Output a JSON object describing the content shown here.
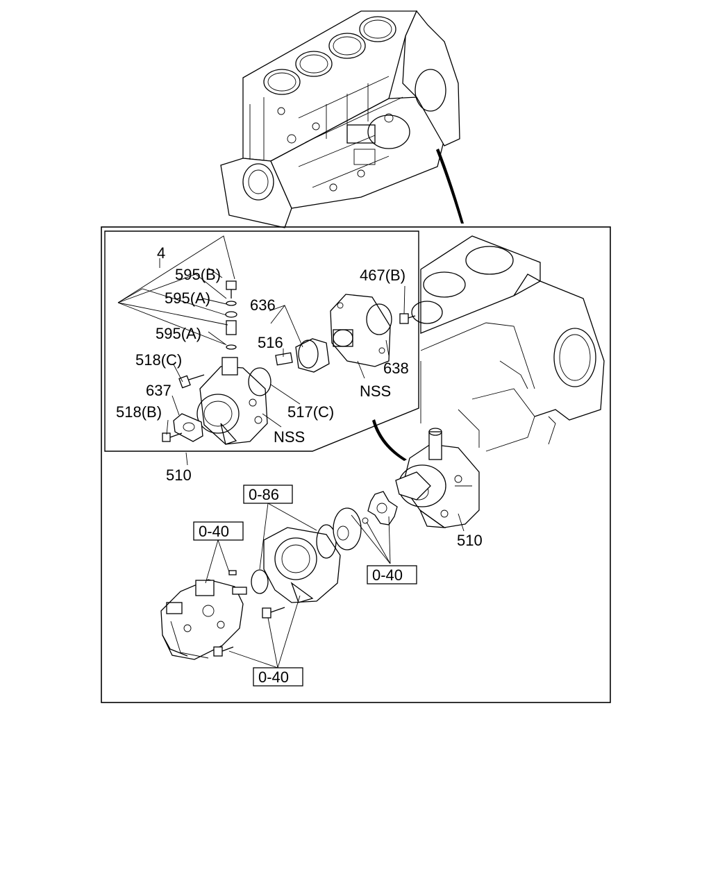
{
  "callouts": {
    "c4": "4",
    "c595b": "595(B)",
    "c595a1": "595(A)",
    "c595a2": "595(A)",
    "c518c": "518(C)",
    "c637": "637",
    "c518b": "518(B)",
    "c636": "636",
    "c516": "516",
    "c467b": "467(B)",
    "c638": "638",
    "cnss1": "NSS",
    "c517c": "517(C)",
    "cnss2": "NSS",
    "c510a": "510",
    "c510b": "510",
    "c086": "0-86",
    "c040a": "0-40",
    "c040b": "0-40",
    "c040c": "0-40"
  }
}
